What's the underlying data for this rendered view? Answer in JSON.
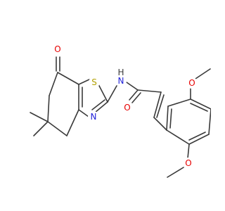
{
  "molecule": {
    "colors": {
      "bond": "#3a3a3a",
      "oxygen": "#e60000",
      "nitrogen": "#1f1fd9",
      "sulfur": "#b3a000",
      "hydrogen": "#3a3a3a"
    },
    "atoms": {
      "ketone_o": "O",
      "ring_s": "S",
      "amide_nh": "N",
      "amide_h": "H",
      "ring_n": "N",
      "amide_o": "O",
      "methoxy_o_top": "O",
      "methoxy_o_bottom": "O"
    }
  }
}
